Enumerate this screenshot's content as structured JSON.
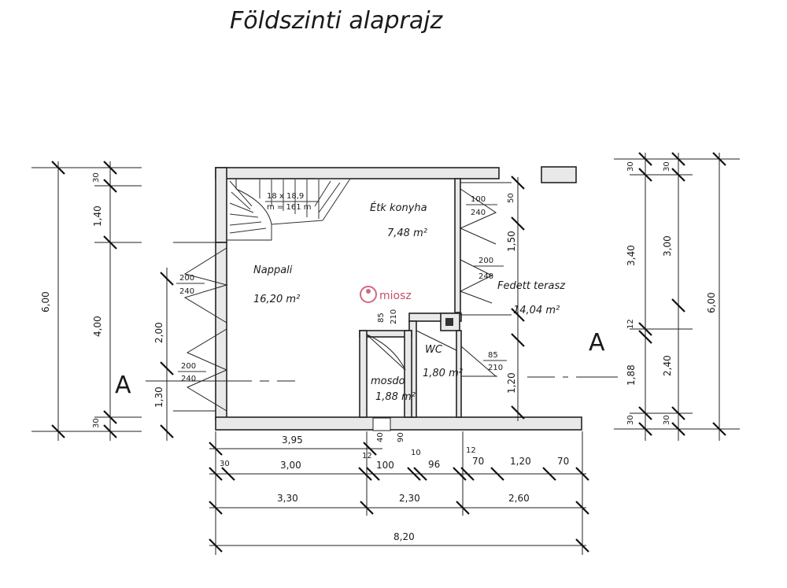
{
  "title": "Földszinti alaprajz",
  "watermark": "miosz",
  "stair": {
    "line1": "18 x 18,9",
    "line2": "m = 161 m"
  },
  "rooms": {
    "nappali": {
      "name": "Nappali",
      "area": "16,20 m²"
    },
    "konyha": {
      "name": "Étk konyha",
      "area": "7,48 m²"
    },
    "terasz": {
      "name": "Fedett terasz",
      "area": "14,04 m²"
    },
    "wc": {
      "name": "WC",
      "area": "1,80 m²"
    },
    "mosdo": {
      "name": "mosdo",
      "area": "1,88 m²"
    }
  },
  "openings": {
    "nappali_top": {
      "w": "200",
      "h": "240"
    },
    "nappali_bottom": {
      "w": "200",
      "h": "240"
    },
    "konyha": {
      "w": "100",
      "h": "240"
    },
    "terasz": {
      "w": "200",
      "h": "240"
    },
    "wc_door": {
      "w": "85",
      "h": "210"
    },
    "mosdo_door_w": "85",
    "mosdo_door_h": "210"
  },
  "section_label": "A",
  "dims_left": {
    "total": "6,00",
    "parts": [
      "30",
      "1,40",
      "4,00",
      "30"
    ],
    "inner": [
      "2,00",
      "1,30"
    ]
  },
  "dims_right": {
    "outer": [
      "30",
      "3,40",
      "12",
      "1,88",
      "30"
    ],
    "middle": [
      "30",
      "3,00",
      "2,40",
      "30"
    ],
    "window": [
      "50",
      "1,50",
      "1,20"
    ],
    "total": "6,00"
  },
  "dims_bottom": {
    "overall_left": "3,95",
    "small": [
      "40",
      "90"
    ],
    "row1": [
      "30",
      "3,00",
      "12",
      "100",
      "10",
      "96",
      "12",
      "70",
      "1,20",
      "70"
    ],
    "row2": [
      "3,30",
      "2,30",
      "2,60"
    ],
    "total": "8,20"
  }
}
